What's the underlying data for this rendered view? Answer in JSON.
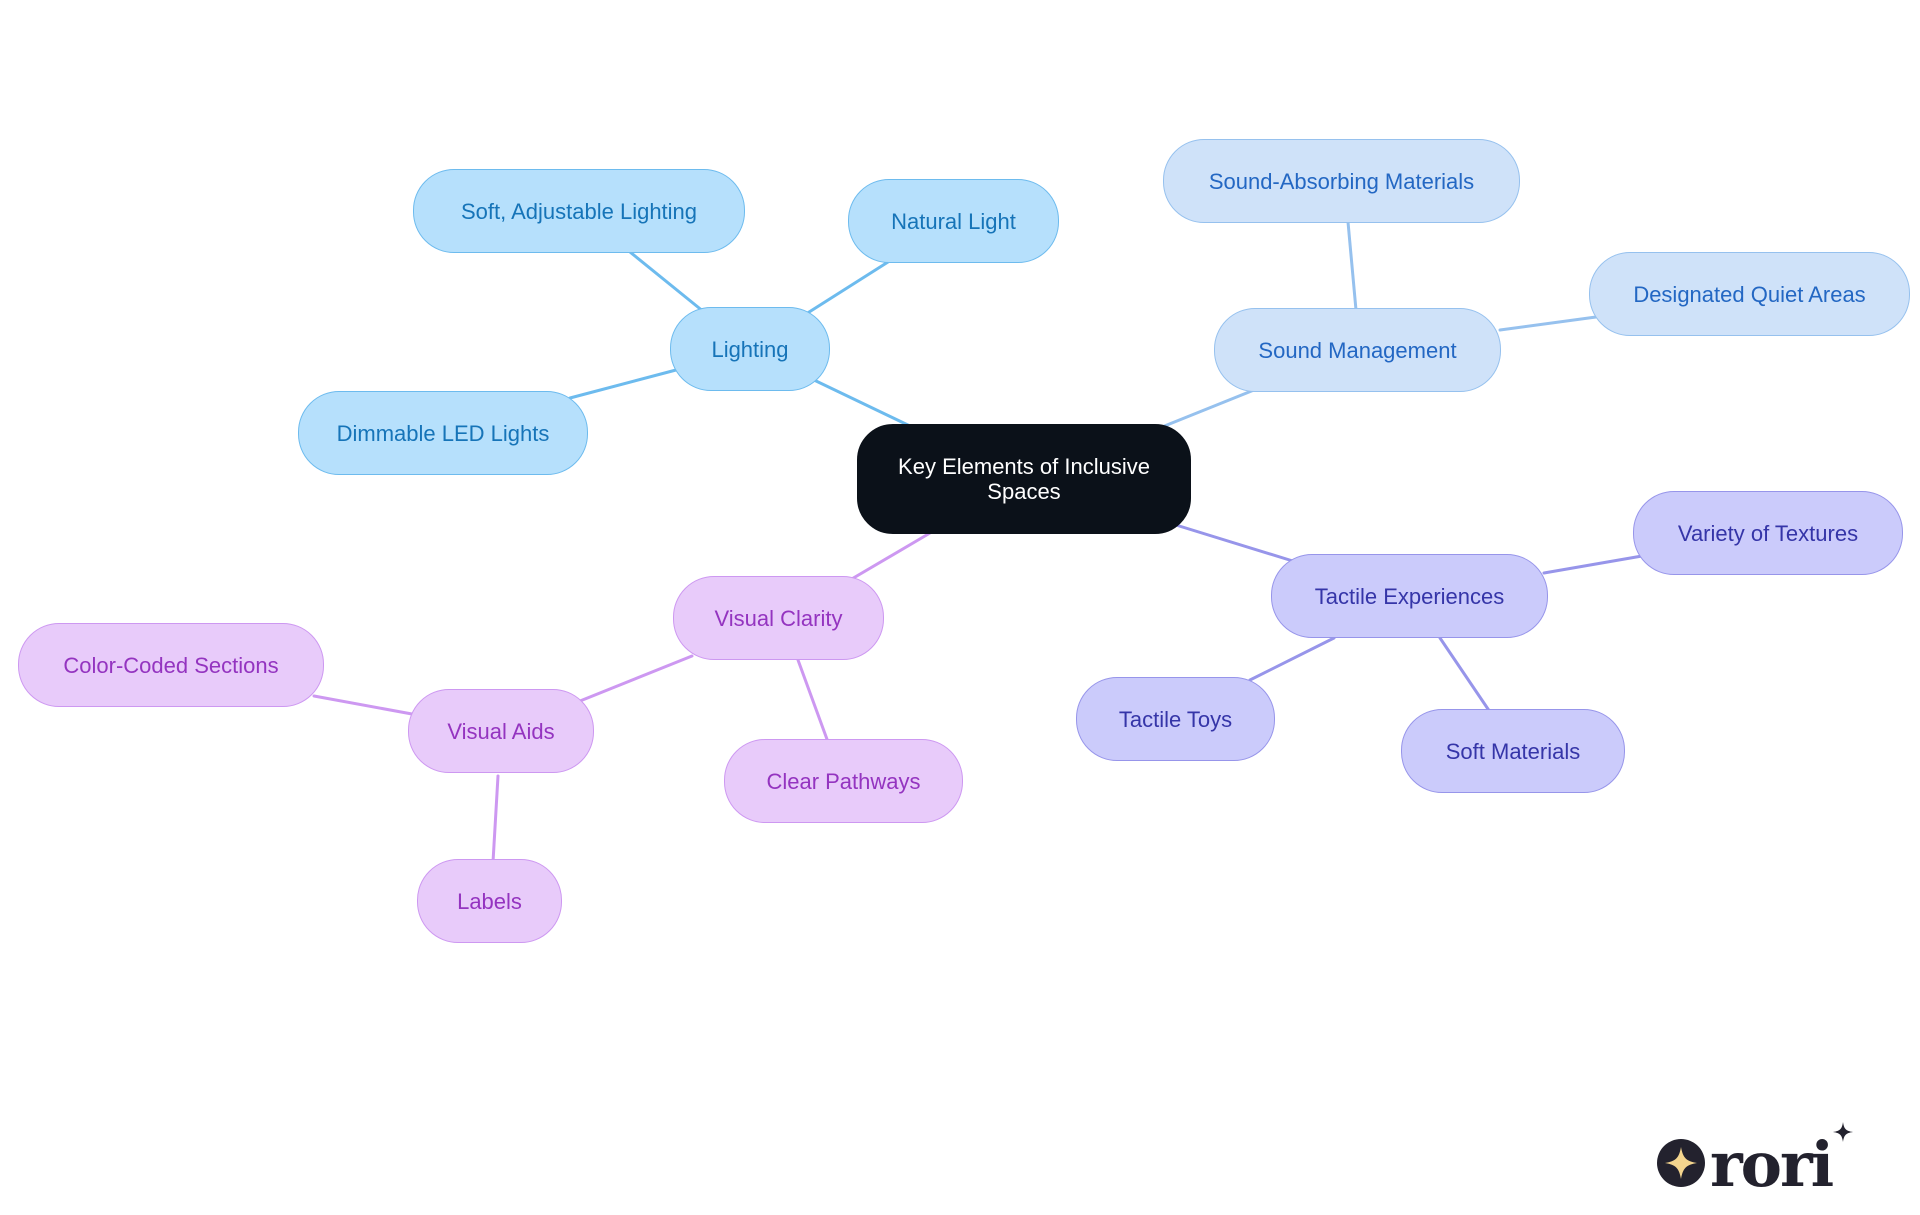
{
  "diagram": {
    "root": {
      "label": "Key Elements of Inclusive Spaces"
    },
    "branches": [
      {
        "id": "lighting",
        "label": "Lighting",
        "color": "#6dbbee",
        "children": [
          "Soft, Adjustable Lighting",
          "Natural Light",
          "Dimmable LED Lights"
        ]
      },
      {
        "id": "sound",
        "label": "Sound Management",
        "color": "#96c1ee",
        "children": [
          "Sound-Absorbing Materials",
          "Designated Quiet Areas"
        ]
      },
      {
        "id": "tactile",
        "label": "Tactile Experiences",
        "color": "#9795ea",
        "children": [
          "Variety of Textures",
          "Tactile Toys",
          "Soft Materials"
        ]
      },
      {
        "id": "visual",
        "label": "Visual Clarity",
        "color": "#cd98f1",
        "children": [
          "Clear Pathways"
        ],
        "sub": {
          "label": "Visual Aids",
          "children": [
            "Color-Coded Sections",
            "Labels"
          ]
        }
      }
    ]
  },
  "logo": {
    "text": "rori",
    "icon": "sparkle-icon"
  }
}
